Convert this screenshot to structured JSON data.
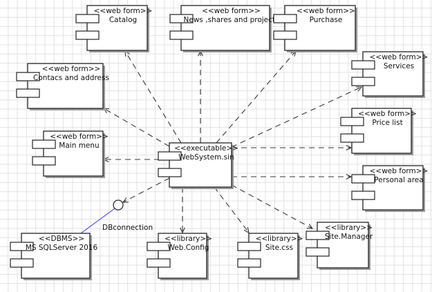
{
  "diagram": {
    "type": "UML component diagram",
    "center": {
      "stereotype": "<<executable>>",
      "name": "WebSystem.sin"
    },
    "components": [
      {
        "id": "catalog",
        "stereotype": "<<web form>>",
        "name": "Catalog"
      },
      {
        "id": "news",
        "stereotype": "<<web form>>",
        "name": "News ,shares and projects"
      },
      {
        "id": "purchase",
        "stereotype": "<<web form>>",
        "name": "Purchase"
      },
      {
        "id": "services",
        "stereotype": "<<web form>>",
        "name": "Services"
      },
      {
        "id": "contacts",
        "stereotype": "<<web form>>",
        "name": "Contacs and address"
      },
      {
        "id": "price",
        "stereotype": "<<web form>>",
        "name": "Price list"
      },
      {
        "id": "mainmenu",
        "stereotype": "<<web form>>",
        "name": "Main menu"
      },
      {
        "id": "personal",
        "stereotype": "<<web form>>",
        "name": "Personal area"
      },
      {
        "id": "sqlserver",
        "stereotype": "<<DBMS>>",
        "name": "MS SQLServer 2016"
      },
      {
        "id": "webconfig",
        "stereotype": "<<library>>",
        "name": "Web.Config"
      },
      {
        "id": "sitecss",
        "stereotype": "<<library>>",
        "name": "Site.css"
      },
      {
        "id": "sitemanager",
        "stereotype": "<<library>>",
        "name": "Site.Manager"
      }
    ],
    "interface": {
      "name": "DBconnection",
      "provided_by": "sqlserver"
    },
    "dependencies": [
      "catalog",
      "news",
      "purchase",
      "services",
      "contacts",
      "price",
      "mainmenu",
      "personal",
      "webconfig",
      "sitecss",
      "sitemanager",
      "DBconnection"
    ],
    "colors": {
      "line": "#000000",
      "interface_link": "#3333ff",
      "grid": "#e2e2e2"
    }
  }
}
